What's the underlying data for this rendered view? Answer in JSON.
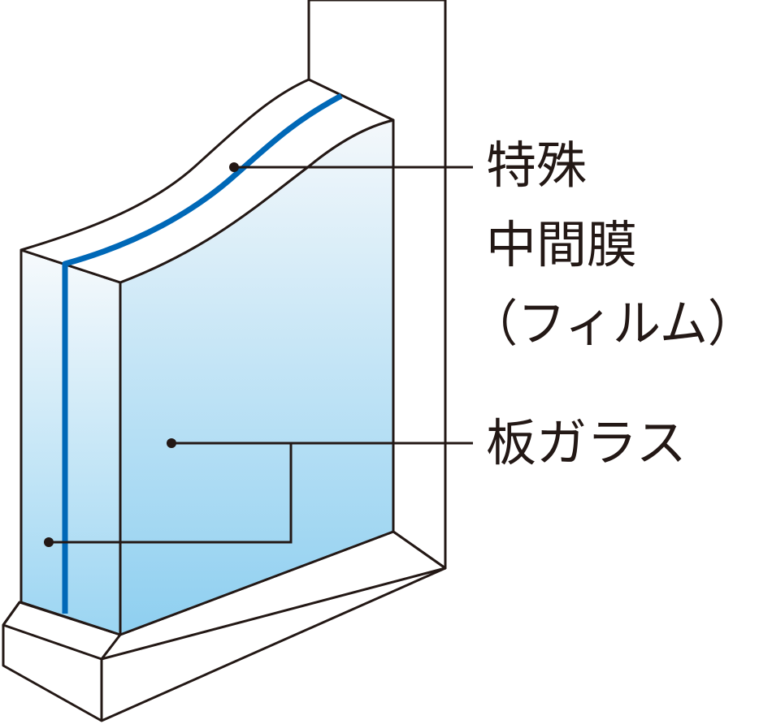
{
  "labels": {
    "film_line1": "特殊",
    "film_line2": "中間膜",
    "film_line3": "（フィルム）",
    "glass": "板ガラス"
  },
  "colors": {
    "outline": "#231815",
    "film": "#0068b7",
    "glass_top": "#f4f8fb",
    "glass_bottom": "#8ecff0"
  }
}
